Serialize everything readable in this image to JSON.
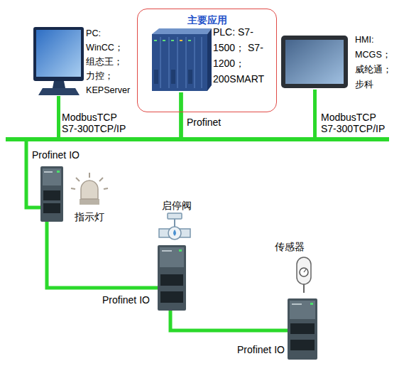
{
  "diagram": {
    "nodes": [
      {
        "text": [
          "PC: WinCC； 组态王； 力控； KEPServer"
        ]
      },
      {
        "text": [
          "主要应用"
        ]
      },
      {
        "text": [
          "PLC: S7-1500； S7-1200； 200SMART"
        ],
        "in": 1
      },
      {
        "text": [
          "HMI: MCGS； 威纶通； 步科"
        ]
      },
      {
        "text": [
          "指示灯"
        ]
      },
      {
        "text": [
          "启停阀"
        ]
      },
      {
        "text": [
          "传感器"
        ]
      }
    ],
    "edges": [
      {
        "from": 0,
        "to": 2,
        "arrow": "none",
        "label": "ModbusTCP S7-300TCP/IP"
      },
      {
        "from": 3,
        "to": 2,
        "arrow": "none",
        "label": "ModbusTCP S7-300TCP/IP"
      },
      {
        "from": 2,
        "to": 4,
        "arrow": "none",
        "label": "Profinet IO"
      },
      {
        "from": 4,
        "to": 5,
        "arrow": "none",
        "label": "Profinet IO"
      },
      {
        "from": 5,
        "to": 6,
        "arrow": "none",
        "label": "Profinet IO"
      }
    ],
    "labels": [
      "Profinet"
    ]
  }
}
